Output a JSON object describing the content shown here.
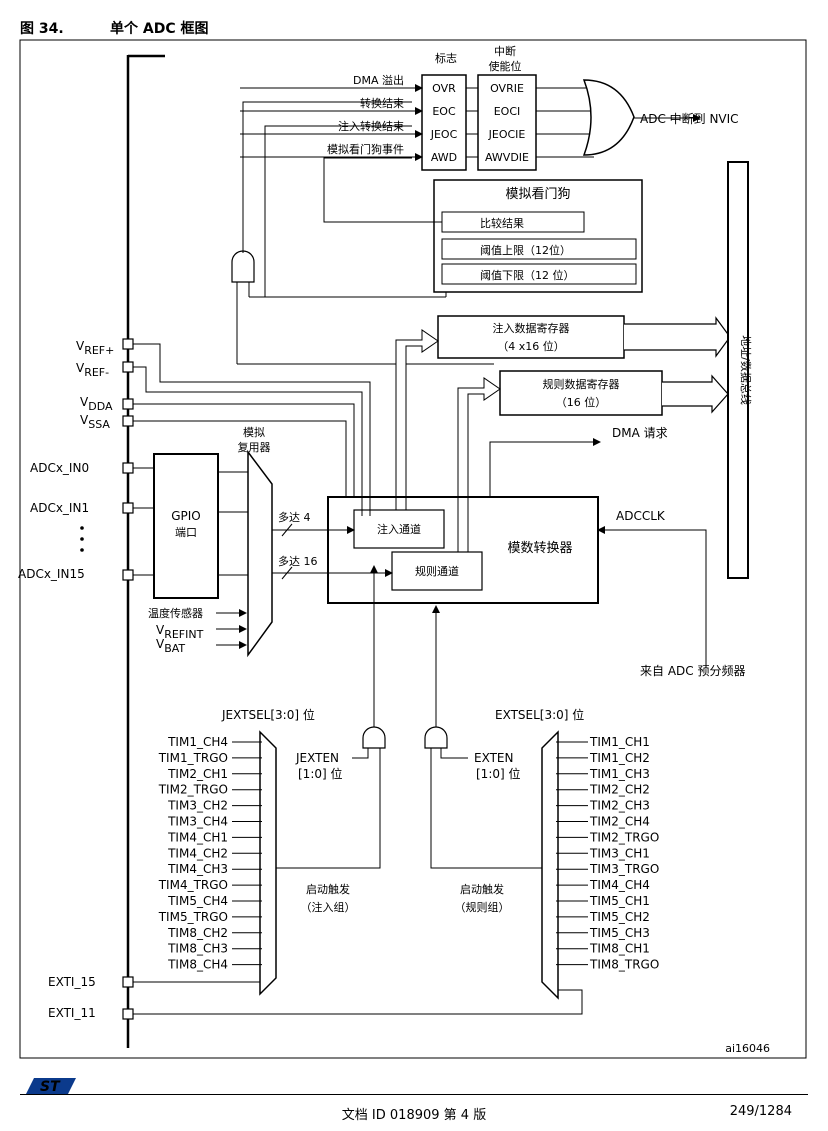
{
  "caption": {
    "number": "图 34.",
    "title": "单个 ADC 框图"
  },
  "header_labels": {
    "flags": "标志",
    "interrupt_enable": "中断\n使能位"
  },
  "flag_inputs": [
    "DMA 溢出",
    "转换结束",
    "注入转换结束",
    "模拟看门狗事件"
  ],
  "flags": [
    "OVR",
    "EOC",
    "JEOC",
    "AWD"
  ],
  "enable_bits": [
    "OVRIE",
    "EOCI",
    "JEOCIE",
    "AWVDIE"
  ],
  "nvic_label": "ADC 中断到 NVIC",
  "watchdog": {
    "title": "模拟看门狗",
    "compare": "比较结果",
    "high": "阈值上限（12位）",
    "low": "阈值下限（12 位）"
  },
  "injected_reg": {
    "title": "注入数据寄存器",
    "size": "（4 x16 位）"
  },
  "regular_reg": {
    "title": "规则数据寄存器",
    "size": "（16 位）"
  },
  "bus_label": "地址/数据总线",
  "dma_request": "DMA 请求",
  "adcclk": "ADCCLK",
  "prescaler": "来自 ADC 预分频器",
  "converter": {
    "title": "模数转换器",
    "injected_channel": "注入通道",
    "regular_channel": "规则通道"
  },
  "mux": {
    "title": "模拟\n复用器",
    "up_to_4": "多达 4",
    "up_to_16": "多达 16"
  },
  "gpio": {
    "title": "GPIO",
    "subtitle": "端口"
  },
  "pins": {
    "vref_plus": {
      "main": "V",
      "sub": "REF+"
    },
    "vref_minus": {
      "main": "V",
      "sub": "REF-"
    },
    "vdda": {
      "main": "V",
      "sub": "DDA"
    },
    "vssa": {
      "main": "V",
      "sub": "SSA"
    },
    "in0": "ADCx_IN0",
    "in1": "ADCx_IN1",
    "in15": "ADCx_IN15",
    "temp_sensor": "温度传感器",
    "vrefint": {
      "main": "V",
      "sub": "REFINT"
    },
    "vbat": {
      "main": "V",
      "sub": "BAT"
    },
    "exti15": "EXTI_15",
    "exti11": "EXTI_11"
  },
  "jextsel": "JEXTSEL[3:0] 位",
  "extsel": "EXTSEL[3:0] 位",
  "jexten": {
    "line1": "JEXTEN",
    "line2": "[1:0] 位"
  },
  "exten": {
    "line1": "EXTEN",
    "line2": "[1:0] 位"
  },
  "inj_trigger": {
    "line1": "启动触发",
    "line2": "（注入组）"
  },
  "reg_trigger": {
    "line1": "启动触发",
    "line2": "（规则组）"
  },
  "inj_trigger_sources": [
    "TIM1_CH4",
    "TIM1_TRGO",
    "TIM2_CH1",
    "TIM2_TRGO",
    "TIM3_CH2",
    "TIM3_CH4",
    "TIM4_CH1",
    "TIM4_CH2",
    "TIM4_CH3",
    "TIM4_TRGO",
    "TIM5_CH4",
    "TIM5_TRGO",
    "TIM8_CH2",
    "TIM8_CH3",
    "TIM8_CH4"
  ],
  "reg_trigger_sources": [
    "TIM1_CH1",
    "TIM1_CH2",
    "TIM1_CH3",
    "TIM2_CH2",
    "TIM2_CH3",
    "TIM2_CH4",
    "TIM2_TRGO",
    "TIM3_CH1",
    "TIM3_TRGO",
    "TIM4_CH4",
    "TIM5_CH1",
    "TIM5_CH2",
    "TIM5_CH3",
    "TIM8_CH1",
    "TIM8_TRGO"
  ],
  "figure_id": "ai16046",
  "footer": {
    "doc_id": "文档 ID 018909 第 4 版",
    "page": "249/1284"
  },
  "colors": {
    "logo": "#0b3a8c"
  }
}
